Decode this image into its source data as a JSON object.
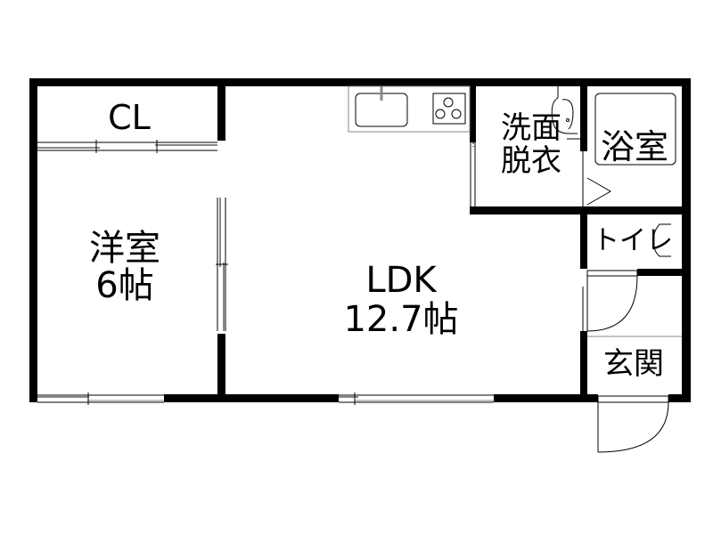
{
  "floor_plan": {
    "rooms": [
      {
        "id": "cl",
        "label": "CL"
      },
      {
        "id": "yoshitsu",
        "label": "洋室",
        "size": "6帖"
      },
      {
        "id": "ldk",
        "label": "LDK",
        "size": "12.7帖"
      },
      {
        "id": "senmen",
        "label_line1": "洗面",
        "label_line2": "脱衣"
      },
      {
        "id": "yokushitsu",
        "label": "浴室"
      },
      {
        "id": "toilet",
        "label": "トイレ"
      },
      {
        "id": "genkan",
        "label": "玄関"
      }
    ],
    "fixtures": [
      "kitchen-sink",
      "stove-3-burner",
      "washbasin",
      "bathtub",
      "toilet"
    ],
    "colors": {
      "wall": "#000000",
      "background": "#ffffff",
      "window_line": "#808080"
    }
  }
}
